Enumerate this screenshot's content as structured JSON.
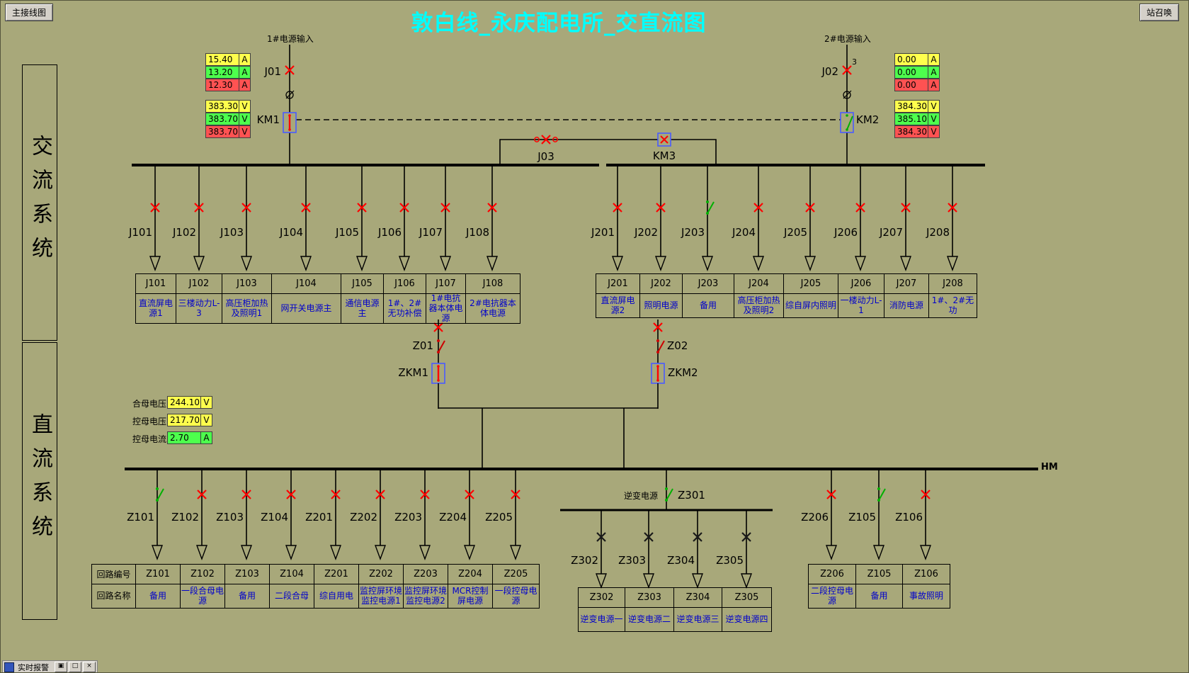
{
  "colors": {
    "bg": "#A8A87A",
    "title": "#00FFFF",
    "value_yellow": "#FFFF4D",
    "value_green": "#4DFF4D",
    "value_red": "#FF5252",
    "closed_state": "#FF0000",
    "open_state": "#00B000",
    "device_frame": "#4A5BFF"
  },
  "window": {
    "title": "敦白线_永庆配电所_交直流图",
    "btn_main": "主接线图",
    "btn_call": "站召唤"
  },
  "side": {
    "ac": "交流系统",
    "dc": "直流系统"
  },
  "src1": {
    "label": "1#电源输入",
    "sw": "J01",
    "km": "KM1",
    "currents": [
      {
        "val": "15.40",
        "unit": "A"
      },
      {
        "val": "13.20",
        "unit": "A"
      },
      {
        "val": "12.30",
        "unit": "A"
      }
    ],
    "volts": [
      {
        "val": "383.30",
        "unit": "V"
      },
      {
        "val": "383.70",
        "unit": "V"
      },
      {
        "val": "383.70",
        "unit": "V"
      }
    ]
  },
  "src2": {
    "label": "2#电源输入",
    "sw": "J02",
    "km": "KM2",
    "ph": "3",
    "currents": [
      {
        "val": "0.00",
        "unit": "A"
      },
      {
        "val": "0.00",
        "unit": "A"
      },
      {
        "val": "0.00",
        "unit": "A"
      }
    ],
    "volts": [
      {
        "val": "384.30",
        "unit": "V"
      },
      {
        "val": "385.10",
        "unit": "V"
      },
      {
        "val": "384.30",
        "unit": "V"
      }
    ]
  },
  "tie": {
    "sw": "J03",
    "km": "KM3"
  },
  "link": {
    "sw1": "Z01",
    "km1": "ZKM1",
    "sw2": "Z02",
    "km2": "ZKM2"
  },
  "meters": [
    {
      "label": "合母电压",
      "val": "244.10",
      "unit": "V"
    },
    {
      "label": "控母电压",
      "val": "217.70",
      "unit": "V"
    },
    {
      "label": "控母电流",
      "val": "2.70",
      "unit": "A"
    }
  ],
  "hm": "HM",
  "inv": {
    "label": "逆变电源",
    "sw": "Z301"
  },
  "thead": {
    "r1": "回路编号",
    "r2": "回路名称"
  },
  "ac_left": [
    {
      "code": "J101",
      "name": "直流屏电源1"
    },
    {
      "code": "J102",
      "name": "三楼动力L-3"
    },
    {
      "code": "J103",
      "name": "高压柜加热及照明1"
    },
    {
      "code": "J104",
      "name": "网开关电源主"
    },
    {
      "code": "J105",
      "name": "通信电源主"
    },
    {
      "code": "J106",
      "name": "1#、2#无功补偿"
    },
    {
      "code": "J107",
      "name": "1#电抗器本体电源"
    },
    {
      "code": "J108",
      "name": "2#电抗器本体电源"
    }
  ],
  "ac_right": [
    {
      "code": "J201",
      "name": "直流屏电源2"
    },
    {
      "code": "J202",
      "name": "照明电源"
    },
    {
      "code": "J203",
      "name": "备用"
    },
    {
      "code": "J204",
      "name": "高压柜加热及照明2"
    },
    {
      "code": "J205",
      "name": "综自屏内照明"
    },
    {
      "code": "J206",
      "name": "一楼动力L-1"
    },
    {
      "code": "J207",
      "name": "消防电源"
    },
    {
      "code": "J208",
      "name": "1#、2#无功"
    }
  ],
  "dc_main": [
    {
      "code": "Z101",
      "name": "备用"
    },
    {
      "code": "Z102",
      "name": "一段合母电源"
    },
    {
      "code": "Z103",
      "name": "备用"
    },
    {
      "code": "Z104",
      "name": "二段合母"
    },
    {
      "code": "Z201",
      "name": "综自用电"
    },
    {
      "code": "Z202",
      "name": "监控屏环境监控电源1"
    },
    {
      "code": "Z203",
      "name": "监控屏环境监控电源2"
    },
    {
      "code": "Z204",
      "name": "MCR控制屏电源"
    },
    {
      "code": "Z205",
      "name": "一段控母电源"
    }
  ],
  "dc_inv": [
    {
      "code": "Z302",
      "name": "逆变电源一"
    },
    {
      "code": "Z303",
      "name": "逆变电源二"
    },
    {
      "code": "Z304",
      "name": "逆变电源三"
    },
    {
      "code": "Z305",
      "name": "逆变电源四"
    }
  ],
  "dc_right": [
    {
      "code": "Z206",
      "name": "二段控母电源"
    },
    {
      "code": "Z105",
      "name": "备用"
    },
    {
      "code": "Z106",
      "name": "事故照明"
    }
  ],
  "taskbar": {
    "title": "实时报警",
    "b1": "▣",
    "b2": "□",
    "b3": "×"
  }
}
